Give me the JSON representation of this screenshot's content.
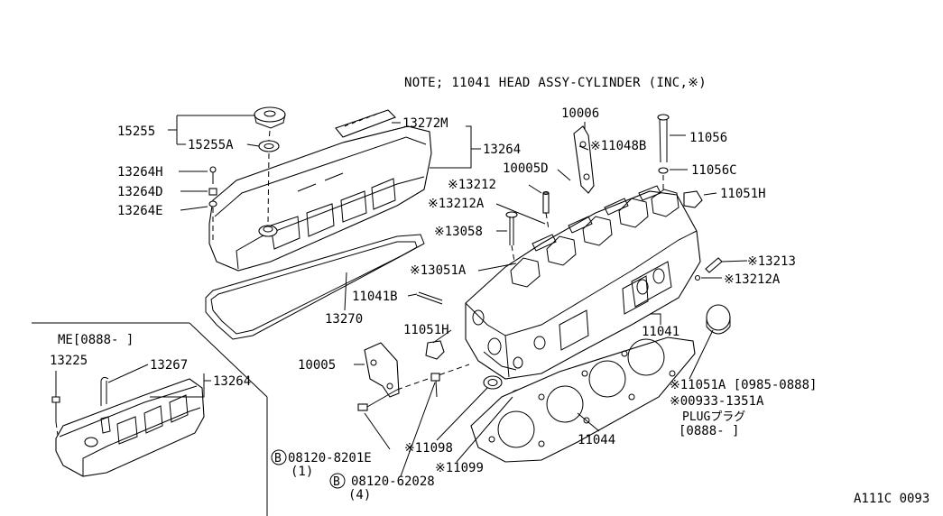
{
  "note": "NOTE; 11041 HEAD ASSY-CYLINDER (INC,※)",
  "inset_title": "ME[0888-  ]",
  "figure_code": "A111C 0093",
  "labels": {
    "p15255": "15255",
    "p15255A": "15255A",
    "p13272M": "13272M",
    "p13264_top": "13264",
    "p13264H": "13264H",
    "p13264D": "13264D",
    "p13264E": "13264E",
    "p10006": "10006",
    "p11048B": "※11048B",
    "p10005D": "10005D",
    "p11056": "11056",
    "p11056C": "11056C",
    "p11051H_top": "11051H",
    "p13212": "※13212",
    "p13212A_left": "※13212A",
    "p13058": "※13058",
    "p13213": "※13213",
    "p13212A_right": "※13212A",
    "p13051A": "※13051A",
    "p11041B": "11041B",
    "p13270": "13270",
    "p11051H_mid": "11051H",
    "p11041": "11041",
    "p10005": "10005",
    "p13225": "13225",
    "p13267": "13267",
    "p13264_inset": "13264",
    "p11051A": "※11051A [0985-0888]",
    "p00933": "※00933-1351A",
    "plug": "PLUGプラグ",
    "plug_range": "[0888-  ]",
    "p11044": "11044",
    "p11098": "※11098",
    "p11099": "※11099",
    "bolt1_code": "08120-8201E",
    "bolt1_qty": "(1)",
    "bolt2_code": "08120-62028",
    "bolt2_qty": "(4)",
    "circle_b": "B"
  }
}
